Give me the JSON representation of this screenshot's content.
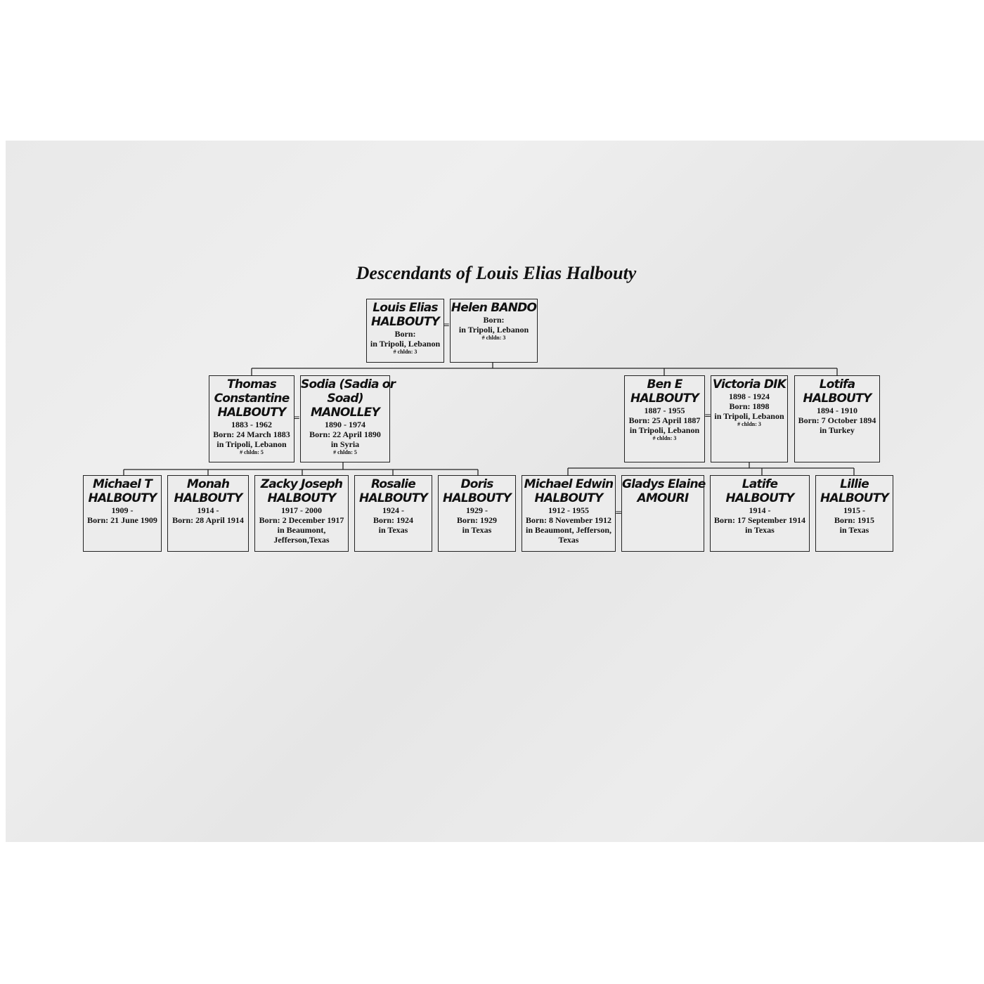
{
  "title": "Descendants of  Louis Elias Halbouty",
  "people": {
    "louis": {
      "name": [
        "Louis Elias",
        "HALBOUTY"
      ],
      "lines": [
        "Born:",
        "in Tripoli, Lebanon"
      ],
      "children": "# chldn: 3"
    },
    "helen": {
      "name": [
        "Helen BANDO"
      ],
      "lines": [
        "Born:",
        "in Tripoli, Lebanon"
      ],
      "children": "# chldn: 3"
    },
    "thomas": {
      "name": [
        "Thomas",
        "Constantine",
        "HALBOUTY"
      ],
      "lines": [
        "1883 - 1962",
        "Born: 24 March 1883",
        "in Tripoli, Lebanon"
      ],
      "children": "# chldn: 5"
    },
    "sodia": {
      "name": [
        "Sodia (Sadia or",
        "Soad)",
        "MANOLLEY"
      ],
      "lines": [
        "1890 - 1974",
        "Born: 22 April 1890",
        "in Syria"
      ],
      "children": "# chldn: 5"
    },
    "ben": {
      "name": [
        "Ben E",
        "HALBOUTY"
      ],
      "lines": [
        "1887 - 1955",
        "Born: 25 April 1887",
        "in Tripoli, Lebanon"
      ],
      "children": "# chldn: 3"
    },
    "victoria": {
      "name": [
        "Victoria DIK"
      ],
      "lines": [
        "1898 - 1924",
        "Born: 1898",
        "in Tripoli, Lebanon"
      ],
      "children": "# chldn: 3"
    },
    "lotifa": {
      "name": [
        "Lotifa",
        "HALBOUTY"
      ],
      "lines": [
        "1894 - 1910",
        "Born: 7 October 1894",
        "in Turkey"
      ]
    },
    "michaelt": {
      "name": [
        "Michael T",
        "HALBOUTY"
      ],
      "lines": [
        "1909 -",
        "Born: 21 June 1909"
      ]
    },
    "monah": {
      "name": [
        "Monah",
        "HALBOUTY"
      ],
      "lines": [
        "1914 -",
        "Born: 28 April 1914"
      ]
    },
    "zacky": {
      "name": [
        "Zacky Joseph",
        "HALBOUTY"
      ],
      "lines": [
        "1917 - 2000",
        "Born: 2 December 1917",
        "in Beaumont,",
        "Jefferson,Texas"
      ]
    },
    "rosalie": {
      "name": [
        "Rosalie",
        "HALBOUTY"
      ],
      "lines": [
        "1924 -",
        "Born: 1924",
        "in Texas"
      ]
    },
    "doris": {
      "name": [
        "Doris",
        "HALBOUTY"
      ],
      "lines": [
        "1929 -",
        "Born: 1929",
        "in Texas"
      ]
    },
    "michaele": {
      "name": [
        "Michael Edwin",
        "HALBOUTY"
      ],
      "lines": [
        "1912 - 1955",
        "Born: 8 November 1912",
        "in Beaumont, Jefferson,",
        "Texas"
      ]
    },
    "gladys": {
      "name": [
        "Gladys Elaine",
        "AMOURI"
      ],
      "lines": []
    },
    "latife": {
      "name": [
        "Latife",
        "HALBOUTY"
      ],
      "lines": [
        "1914 -",
        "Born: 17 September 1914",
        "in Texas"
      ]
    },
    "lillie": {
      "name": [
        "Lillie",
        "HALBOUTY"
      ],
      "lines": [
        "1915 -",
        "Born: 1915",
        "in Texas"
      ]
    }
  }
}
